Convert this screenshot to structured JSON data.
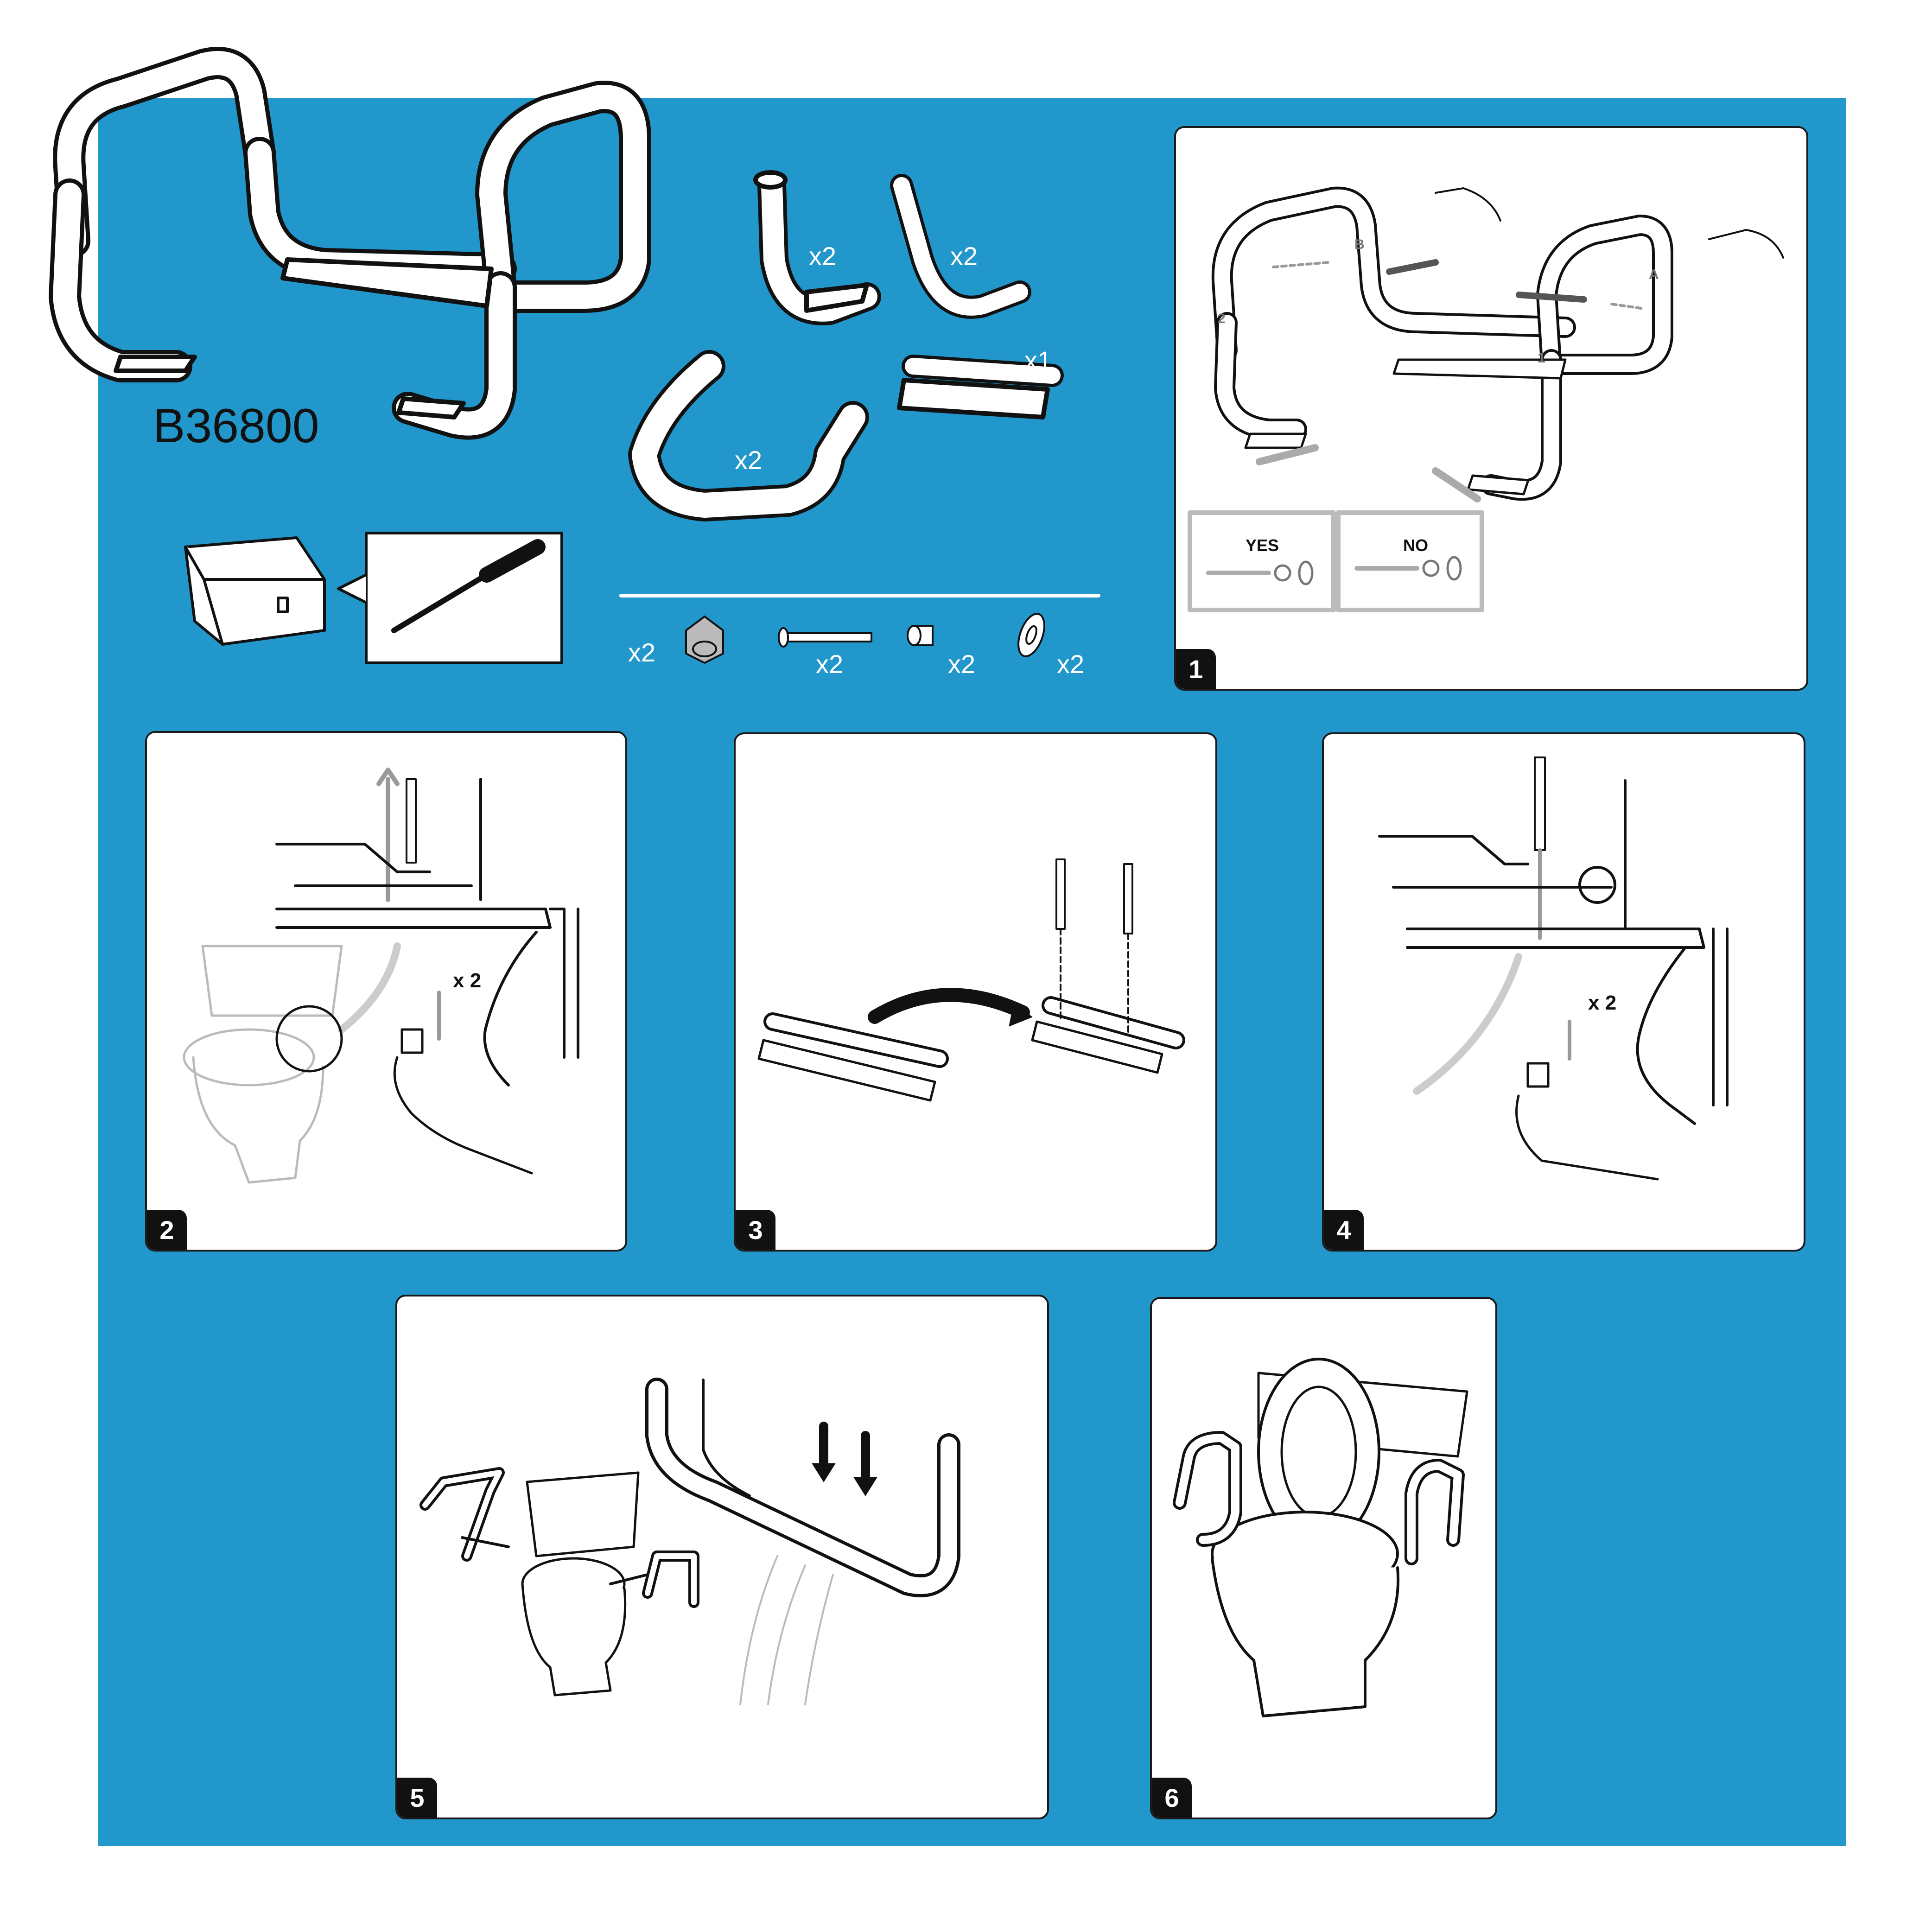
{
  "model_number": "B36800",
  "parts": {
    "front_leg_qty": "x2",
    "rear_leg_qty": "x2",
    "armrest_qty": "x2",
    "bracket_qty": "x1"
  },
  "hardware": {
    "knob_qty": "x2",
    "bolt_qty": "x2",
    "spacer_qty": "x2",
    "washer_qty": "x2"
  },
  "steps": {
    "s1": {
      "number": "1",
      "yes_label": "YES",
      "no_label": "NO",
      "mark_a": "A",
      "mark_b": "B",
      "mark_1": "1",
      "mark_2": "2"
    },
    "s2": {
      "number": "2",
      "count": "x 2"
    },
    "s3": {
      "number": "3"
    },
    "s4": {
      "number": "4",
      "count": "x 2"
    },
    "s5": {
      "number": "5"
    },
    "s6": {
      "number": "6"
    }
  },
  "colors": {
    "background": "#2197cb",
    "panel": "#ffffff",
    "ink": "#111111"
  }
}
